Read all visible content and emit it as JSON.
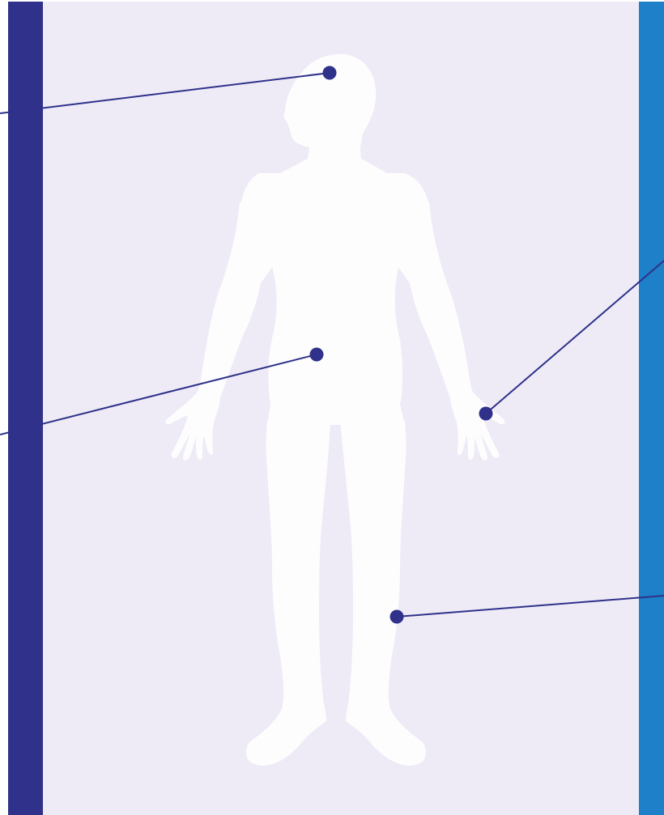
{
  "diagram": {
    "colors": {
      "panel_background": "#eeebf7",
      "left_bar": "#2f318a",
      "right_bar": "#1e80c8",
      "body_silhouette": "#fdfdfe",
      "callout": "#2f318a"
    },
    "figure": "human-body-silhouette",
    "callouts": [
      {
        "id": "head",
        "side": "left"
      },
      {
        "id": "abdomen",
        "side": "left"
      },
      {
        "id": "hand",
        "side": "right"
      },
      {
        "id": "lower-leg",
        "side": "right"
      }
    ]
  }
}
